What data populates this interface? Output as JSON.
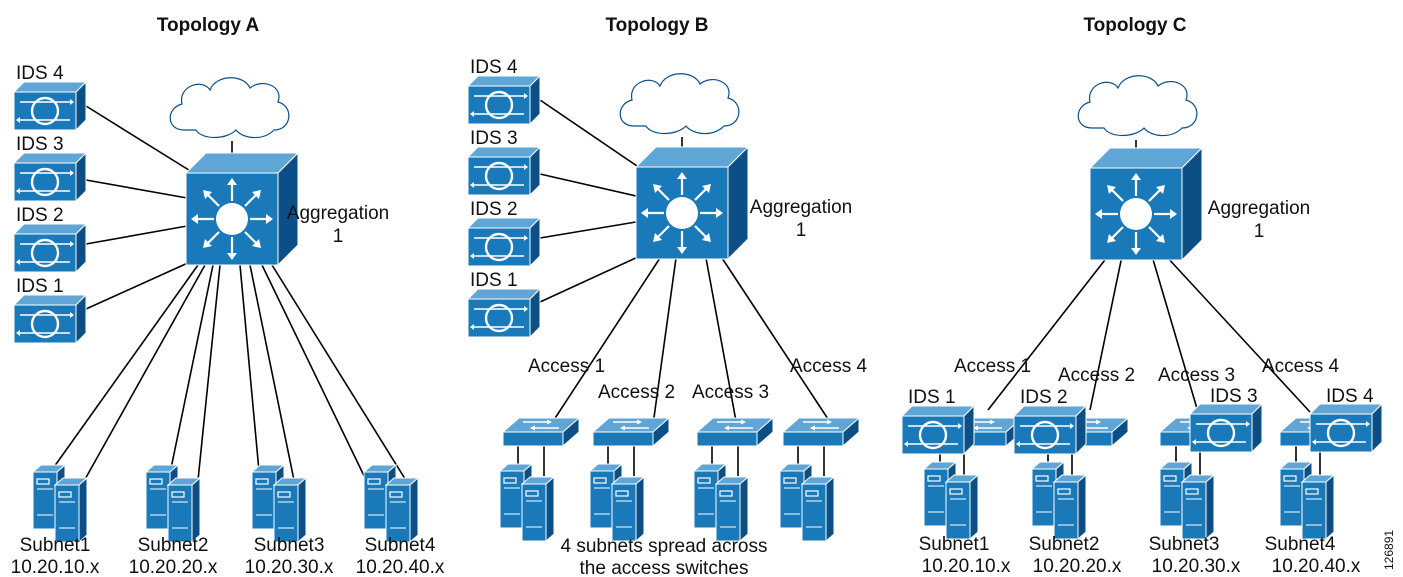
{
  "titles": {
    "a": "Topology A",
    "b": "Topology B",
    "c": "Topology C"
  },
  "ids": {
    "ids1": "IDS 1",
    "ids2": "IDS 2",
    "ids3": "IDS 3",
    "ids4": "IDS 4"
  },
  "aggregation": {
    "line1": "Aggregation",
    "line2": "1"
  },
  "access": {
    "a1": "Access 1",
    "a2": "Access 2",
    "a3": "Access 3",
    "a4": "Access 4"
  },
  "subnets": {
    "s1": {
      "name": "Subnet1",
      "net": "10.20.10.x"
    },
    "s2": {
      "name": "Subnet2",
      "net": "10.20.20.x"
    },
    "s3": {
      "name": "Subnet3",
      "net": "10.20.30.x"
    },
    "s4": {
      "name": "Subnet4",
      "net": "10.20.40.x"
    }
  },
  "note": {
    "line1": "4 subnets spread across",
    "line2": "the access switches"
  },
  "figure_id": "126891",
  "colors": {
    "device_front": "#1a79b8",
    "device_top": "#5fa6d6",
    "device_side": "#0c4f86",
    "cloud": "#ffffff",
    "line": "#000000"
  }
}
